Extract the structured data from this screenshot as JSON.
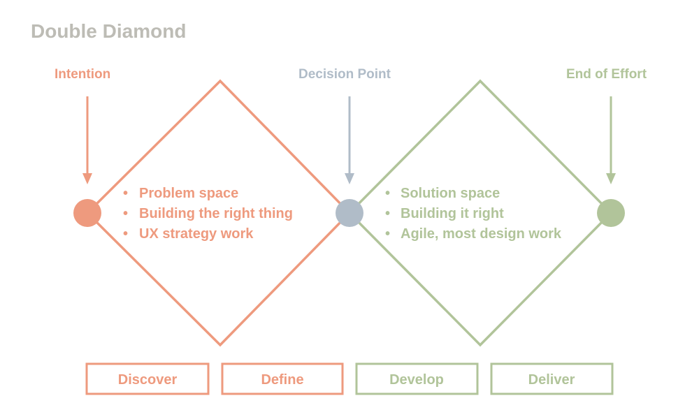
{
  "title": "Double Diamond",
  "colors": {
    "title": "#bdbcb5",
    "problem": "#ee9a7e",
    "decision": "#b0bcc8",
    "solution": "#b1c49a"
  },
  "markers": {
    "intention": {
      "label": "Intention"
    },
    "decision_point": {
      "label": "Decision Point"
    },
    "end_of_effort": {
      "label": "End of Effort"
    }
  },
  "bullet_glyph": "•",
  "problem_diamond": {
    "items": [
      "Problem space",
      "Building the right thing",
      "UX strategy work"
    ]
  },
  "solution_diamond": {
    "items": [
      "Solution space",
      "Building it right",
      "Agile, most design work"
    ]
  },
  "phases": [
    {
      "label": "Discover"
    },
    {
      "label": "Define"
    },
    {
      "label": "Develop"
    },
    {
      "label": "Deliver"
    }
  ]
}
